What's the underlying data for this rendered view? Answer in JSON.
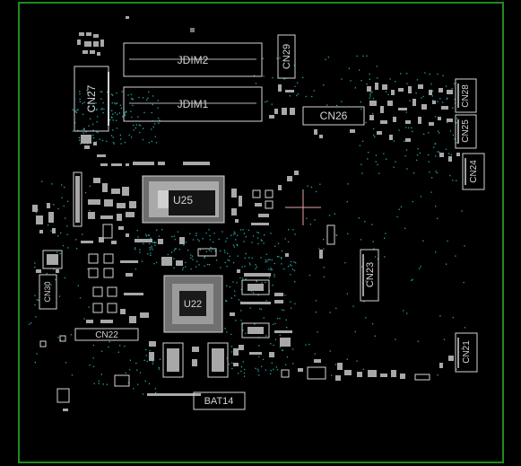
{
  "viewer": {
    "background_color": "#000000",
    "board_outline_color": "#1f8a1f",
    "silkscreen_color": "#d4d4d4",
    "via_color": "#27a7a7",
    "cursor_color": "#e8a0a8"
  },
  "components": {
    "jdim2": "JDIM2",
    "jdim1": "JDIM1",
    "cn29": "CN29",
    "cn27": "CN27",
    "cn26": "CN26",
    "cn28": "CN28",
    "cn25": "CN25",
    "cn24": "CN24",
    "u25": "U25",
    "cn30": "CN30",
    "cn23": "CN23",
    "u22": "U22",
    "cn22": "CN22",
    "cn21": "CN21",
    "bat14": "BAT14"
  }
}
